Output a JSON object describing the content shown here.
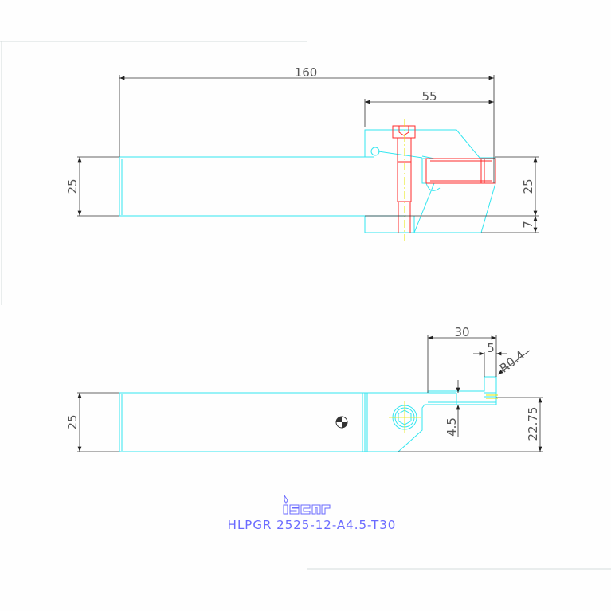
{
  "drawing": {
    "title": "HLPGR 2525-12-A4.5-T30",
    "logo_text": "iscar",
    "colors": {
      "outline": "#33e6f0",
      "dimension": "#333333",
      "screw": "#ff2a2a",
      "centerline": "#e6e600",
      "title": "#6a6aff",
      "frame": "#d8e0e0"
    },
    "top_view": {
      "dims": {
        "overall_length": "160",
        "head_length": "55",
        "shank_height_left": "25",
        "shank_height_right": "25",
        "head_drop": "7"
      }
    },
    "front_view": {
      "dims": {
        "shank_width": "25",
        "cut_depth": "30",
        "blade_width": "5",
        "corner_radius": "R0.4",
        "blade_thickness": "4.5",
        "offset": "22.75"
      }
    }
  }
}
